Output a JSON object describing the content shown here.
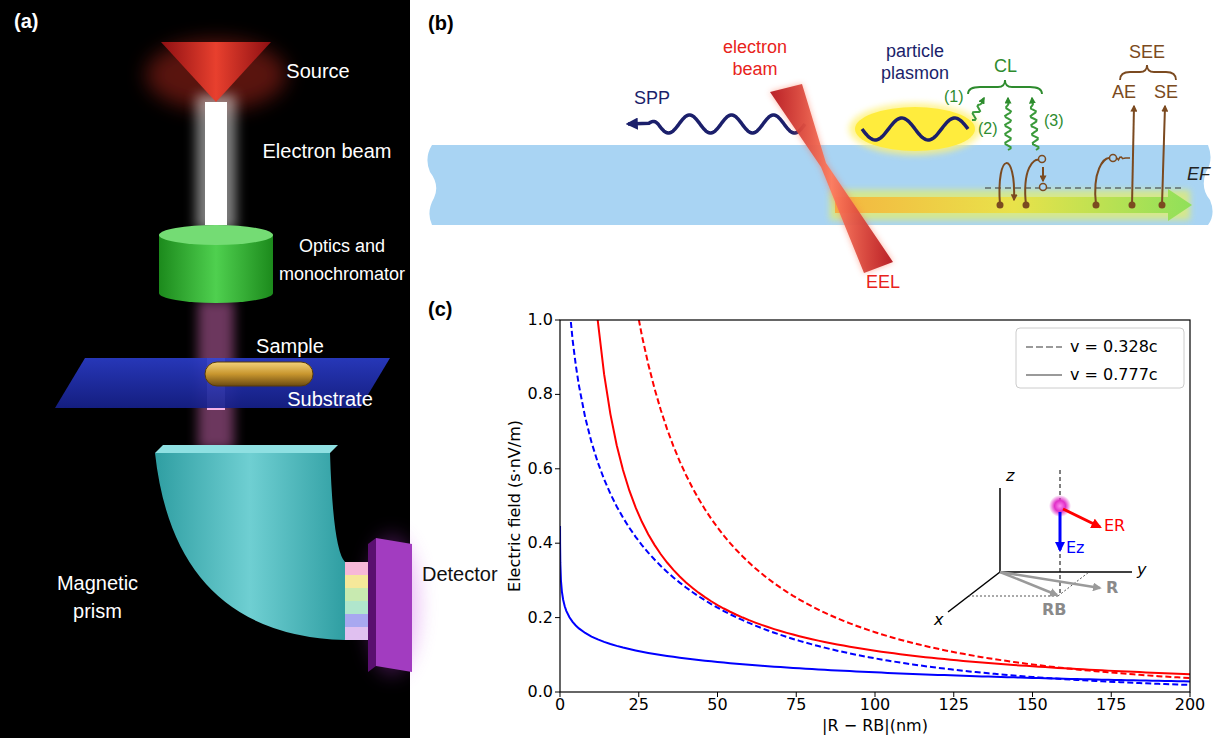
{
  "diagram": {
    "nodes": [
      {
        "text": [
          "(a)"
        ]
      },
      {
        "text": [
          "Source"
        ],
        "in": 0
      },
      {
        "text": [
          "Electron beam"
        ],
        "in": 0
      },
      {
        "text": [
          "Optics and monochromator"
        ],
        "in": 0
      },
      {
        "text": [
          "Sample"
        ],
        "in": 0
      },
      {
        "text": [
          "Substrate"
        ],
        "in": 0
      },
      {
        "text": [
          "Magnetic prism"
        ],
        "in": 0
      },
      {
        "text": [
          "Detector"
        ],
        "in": 0
      }
    ],
    "edges": [
      {
        "from": 3,
        "to": 4,
        "arrow": "none"
      },
      {
        "from": 5,
        "to": 6,
        "arrow": "none"
      }
    ],
    "labels": [
      "(b)",
      "electron beam",
      "particle plasmon",
      "SPP",
      "CL",
      "(1)",
      "(2)",
      "(3)",
      "SEE",
      "AE",
      "SE",
      "EF",
      "EEL",
      "(c)",
      "Electric field (s·nV/m)",
      "|R − RB|(nm)",
      "0.0",
      "0.2",
      "0.4",
      "0.6",
      "0.8",
      "1.0",
      "0",
      "25",
      "50",
      "75",
      "100",
      "125",
      "150",
      "175",
      "200",
      "z",
      "y",
      "x",
      "ER",
      "Ez",
      "RB",
      "R"
    ],
    "legend": [
      {
        "text": "v = 0.328c"
      },
      {
        "text": "v = 0.777c"
      }
    ]
  }
}
